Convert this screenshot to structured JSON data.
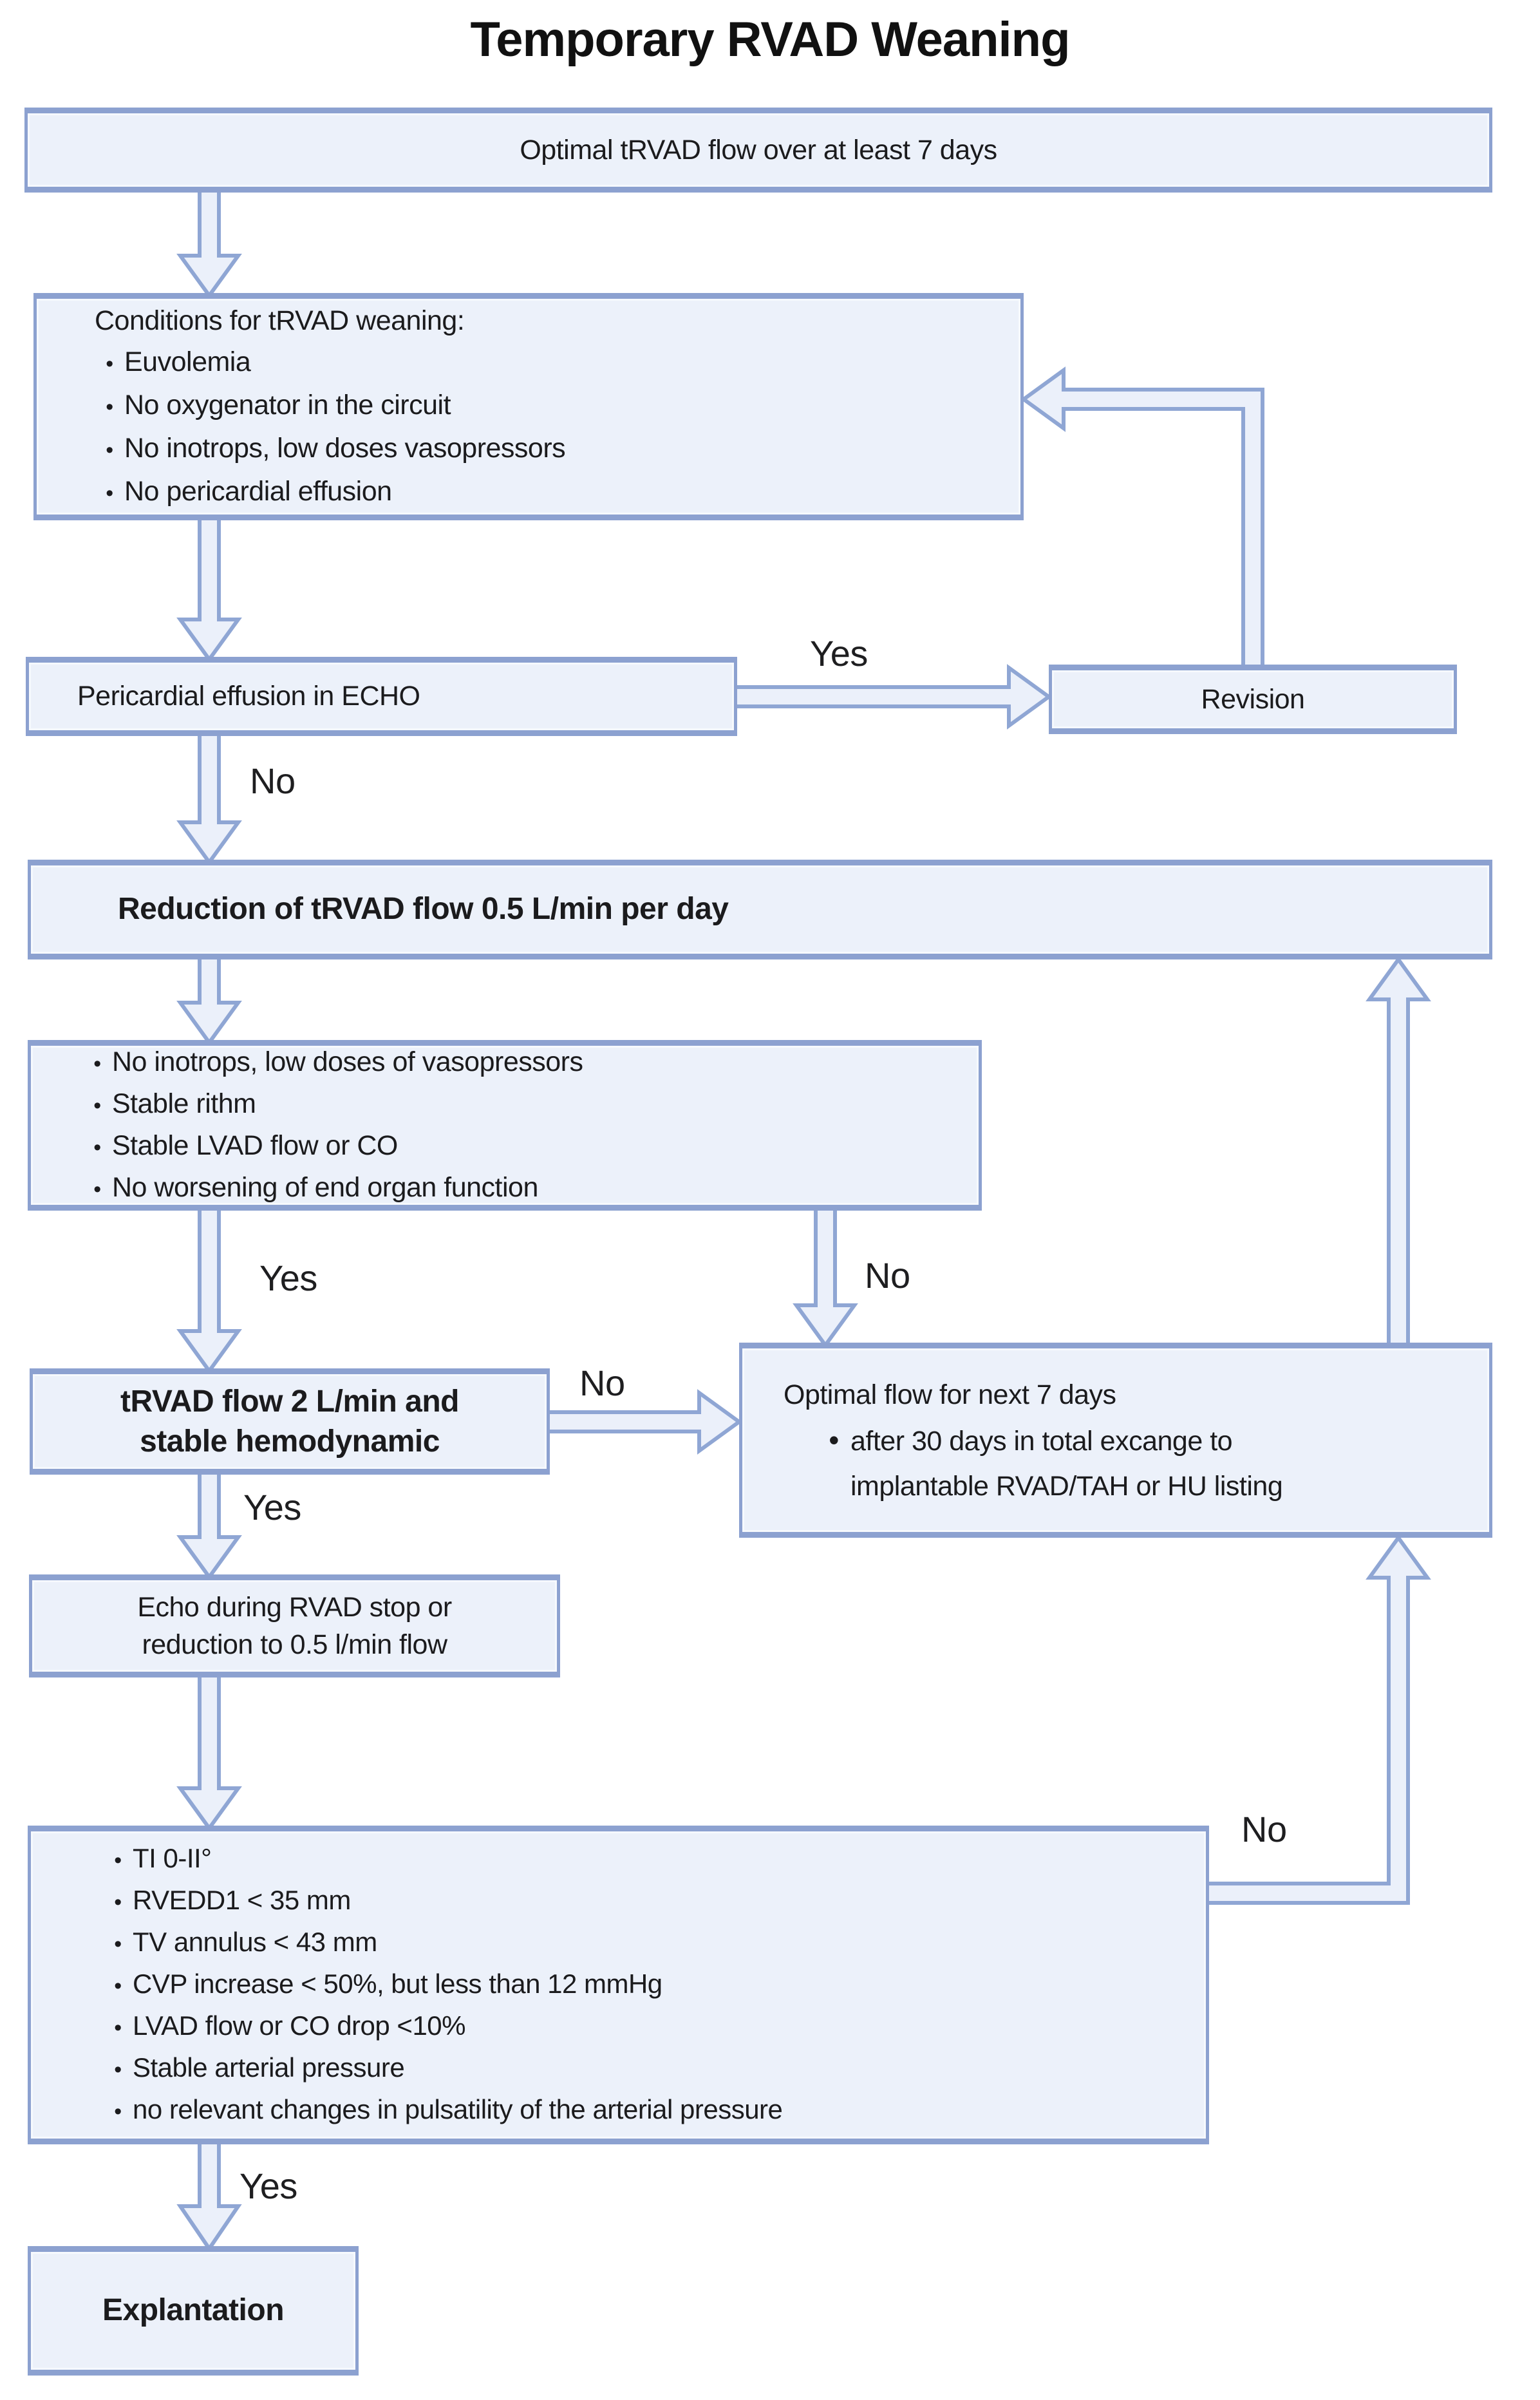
{
  "title": "Temporary RVAD Weaning",
  "nodes": {
    "start": {
      "text": "Optimal tRVAD flow over at least 7 days"
    },
    "conditions": {
      "heading": "Conditions for tRVAD weaning:",
      "bullets": [
        "Euvolemia",
        "No oxygenator in the circuit",
        "No inotrops, low doses vasopressors",
        "No pericardial effusion"
      ]
    },
    "pericardial_echo": {
      "text": "Pericardial effusion in ECHO"
    },
    "revision": {
      "text": "Revision"
    },
    "reduction": {
      "text": "Reduction of tRVAD flow 0.5 L/min per day"
    },
    "stability": {
      "bullets": [
        "No inotrops, low doses of vasopressors",
        "Stable rithm",
        "Stable LVAD flow or CO",
        "No worsening of end organ function"
      ]
    },
    "trvad_2lmin": {
      "line1": "tRVAD flow 2 L/min and",
      "line2": "stable hemodynamic"
    },
    "optimal_flow": {
      "line1": "Optimal flow for next 7 days",
      "bullet_line1": "after 30 days in total excange to",
      "bullet_line2": "implantable RVAD/TAH or HU listing"
    },
    "echo_stop": {
      "line1": "Echo during RVAD stop or",
      "line2": "reduction to 0.5 l/min flow"
    },
    "wean_criteria": {
      "bullets": [
        "TI 0-II°",
        "RVEDD1 < 35 mm",
        "TV annulus < 43 mm",
        "CVP increase < 50%, but less than 12 mmHg",
        "LVAD flow or CO drop <10%",
        "Stable arterial pressure",
        "no relevant changes in pulsatility of the arterial pressure"
      ]
    },
    "explantation": {
      "text": "Explantation"
    }
  },
  "labels": {
    "yes_pericardial_revision": "Yes",
    "no_pericardial_reduction": "No",
    "yes_stability_trvad": "Yes",
    "no_stability_optimal": "No",
    "no_trvad_optimal": "No",
    "yes_trvad_echo": "Yes",
    "no_criteria_optimal": "No",
    "yes_criteria_explantation": "Yes"
  },
  "colors": {
    "box_fill": "#ECF1FA",
    "box_border": "#8CA1D0",
    "arrow_fill": "#EBF0FA",
    "arrow_stroke": "#8FA6D4",
    "text": "#1B1B1D"
  }
}
